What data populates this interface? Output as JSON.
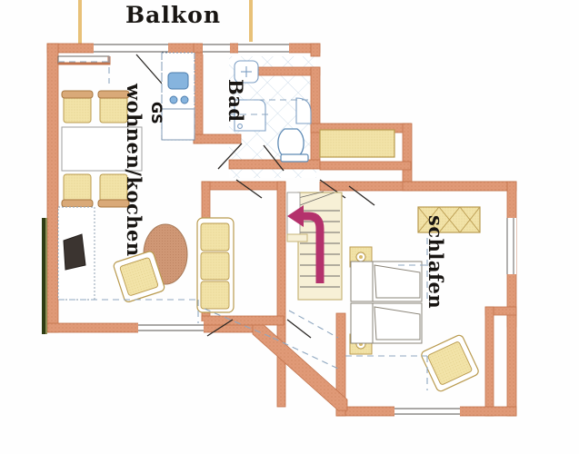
{
  "document": {
    "type": "floor-plan",
    "title": "Balkon",
    "language": "de"
  },
  "labels": {
    "balkon": "Balkon",
    "wohnen_kochen": "wohnen/kochen",
    "bad": "Bad",
    "schlafen": "schlafen",
    "gs": "GS"
  },
  "rooms": [
    {
      "id": "balkon",
      "name": "Balkon",
      "label_position": "top-center",
      "orientation": "horizontal"
    },
    {
      "id": "wohnen-kochen",
      "name": "wohnen/kochen",
      "label_position": "left-center",
      "orientation": "vertical-cw",
      "furniture": [
        "dining-table",
        "dining-chair",
        "dining-chair",
        "dining-chair",
        "dining-chair",
        "kitchen-sink",
        "cooktop",
        "dishwasher",
        "sofa",
        "armchair",
        "coffee-table",
        "tv-cabinet"
      ]
    },
    {
      "id": "bad",
      "name": "Bad",
      "label_position": "top-center",
      "orientation": "vertical-cw",
      "furniture": [
        "washbasin",
        "shower-tray",
        "bathtub",
        "toilet"
      ]
    },
    {
      "id": "schlafen",
      "name": "schlafen",
      "label_position": "center",
      "orientation": "vertical-cw",
      "furniture": [
        "double-bed",
        "nightstand",
        "nightstand",
        "wardrobe",
        "armchair",
        "cabinet"
      ]
    },
    {
      "id": "treppe",
      "name": "",
      "furniture": [
        "staircase",
        "direction-arrow"
      ]
    }
  ],
  "colors": {
    "wall_fill": "#e09a78",
    "wall_stroke": "#c2744d",
    "furniture_fill": "#f4e6ae",
    "furniture_stroke": "#b99a4e",
    "table_fill": "#ffffff",
    "coffee_table_fill": "#cf9775",
    "fixture_stroke": "#7d9fc4",
    "sink_fill": "#86b4de",
    "arrow_fill": "#b4316c",
    "tv_fill": "#3b3430",
    "railing": "#e8c178",
    "green_strip": "#2e3d14",
    "text": "#181512",
    "tile_hatch": "#b9cde0",
    "dashed_line": "#8ea7c0"
  },
  "icons": {
    "gs_meaning": "dishwasher",
    "arrow": "stair-direction-arrow",
    "door_swings": 6,
    "windows": 6
  },
  "chart_data": null
}
